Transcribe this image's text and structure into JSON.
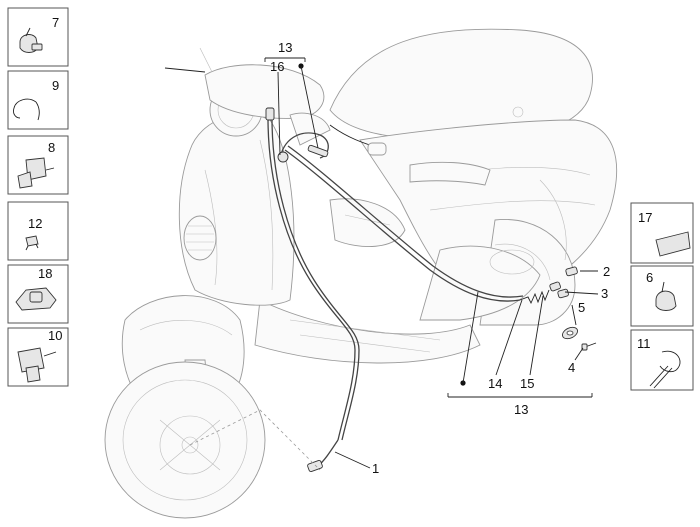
{
  "callouts": {
    "c1": "1",
    "c2": "2",
    "c3": "3",
    "c4": "4",
    "c5": "5",
    "c6": "6",
    "c7": "7",
    "c8": "8",
    "c9": "9",
    "c10": "10",
    "c11": "11",
    "c12": "12",
    "c13_top": "13",
    "c13_bottom": "13",
    "c14": "14",
    "c15": "15",
    "c16": "16",
    "c17": "17",
    "c18": "18"
  },
  "colors": {
    "line": "#222222",
    "body": "#9a9a9a",
    "box": "#555555"
  }
}
